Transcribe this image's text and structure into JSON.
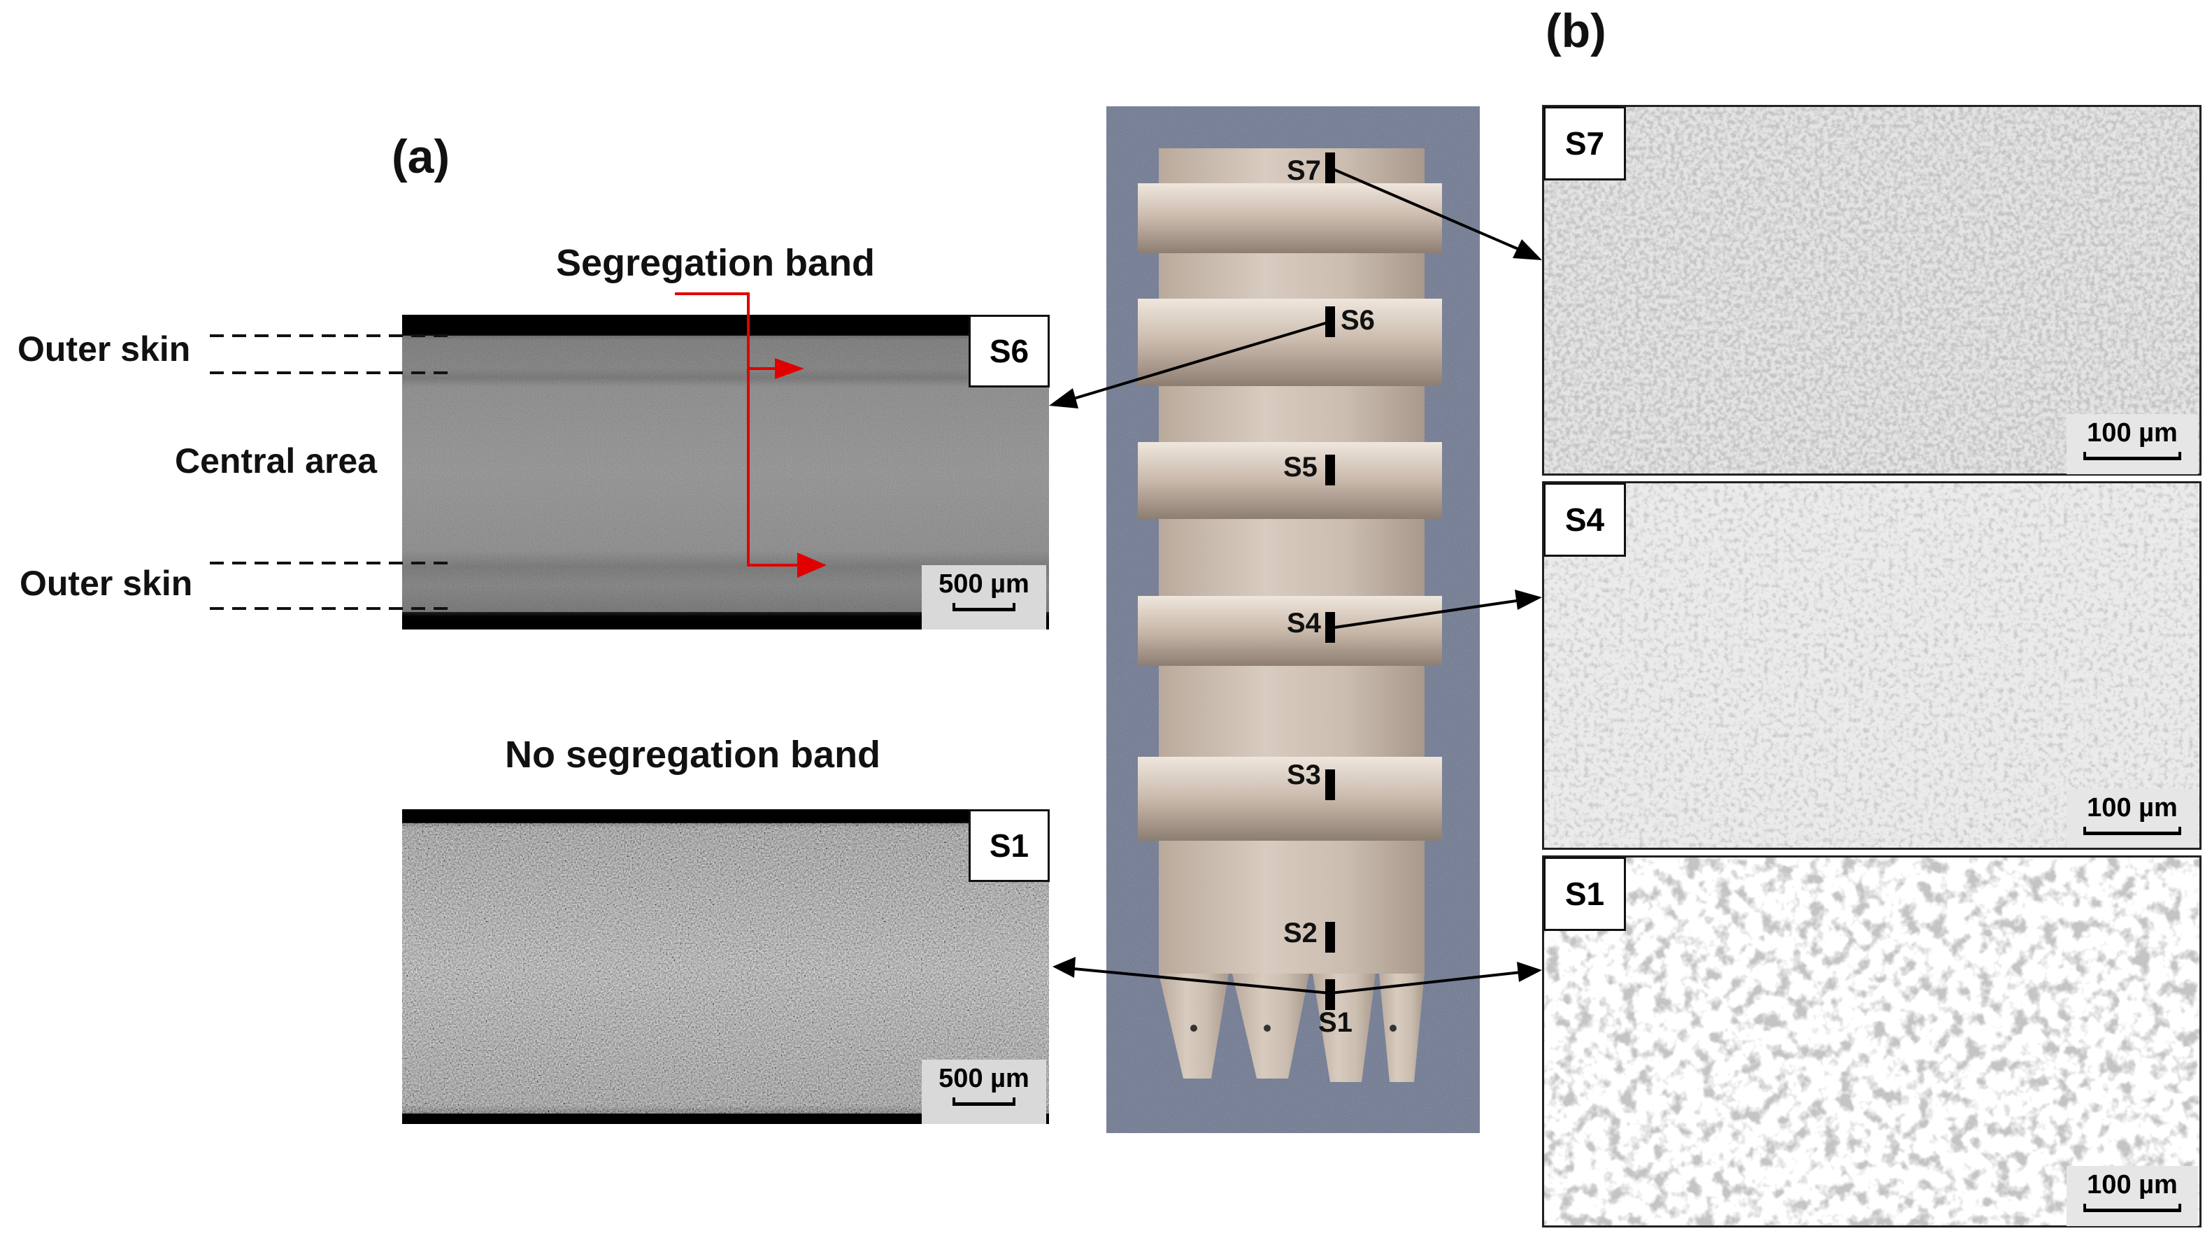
{
  "panels": {
    "a_label": "(a)",
    "b_label": "(b)"
  },
  "left": {
    "segregation_caption": "Segregation band",
    "outer_skin_top": "Outer skin",
    "central_area": "Central area",
    "outer_skin_bottom": "Outer skin",
    "no_segregation_caption": "No segregation band",
    "s6_tag": "S6",
    "s1_tag": "S1",
    "scale_top": "500 µm",
    "scale_bottom": "500 µm"
  },
  "center": {
    "positions": [
      "S7",
      "S6",
      "S5",
      "S4",
      "S3",
      "S2",
      "S1"
    ]
  },
  "right": {
    "s7_tag": "S7",
    "s4_tag": "S4",
    "s1_tag": "S1",
    "scale_s7": "100 µm",
    "scale_s4": "100 µm",
    "scale_s1": "100 µm"
  },
  "colors": {
    "arrow_red": "#e00000",
    "carpet": "#2f3a52",
    "metal": "#cdbfb3"
  }
}
